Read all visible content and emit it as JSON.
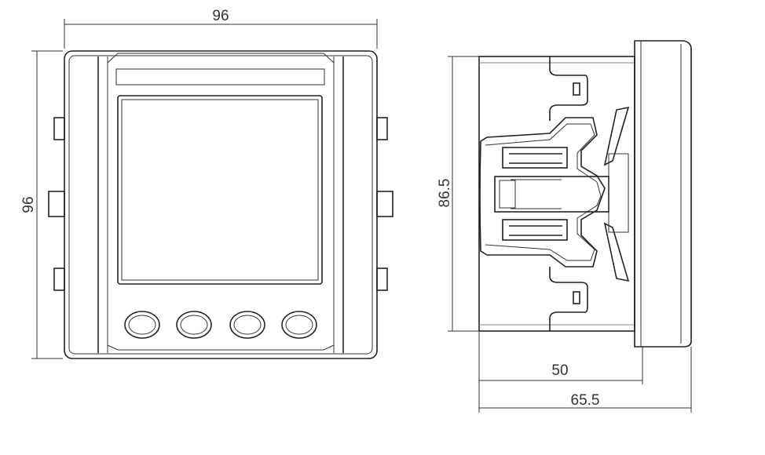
{
  "front_view": {
    "width_label": "96",
    "height_label": "96",
    "button_count": 4
  },
  "side_view": {
    "height_label": "86.5",
    "depth_label": "50",
    "total_depth_label": "65.5"
  }
}
